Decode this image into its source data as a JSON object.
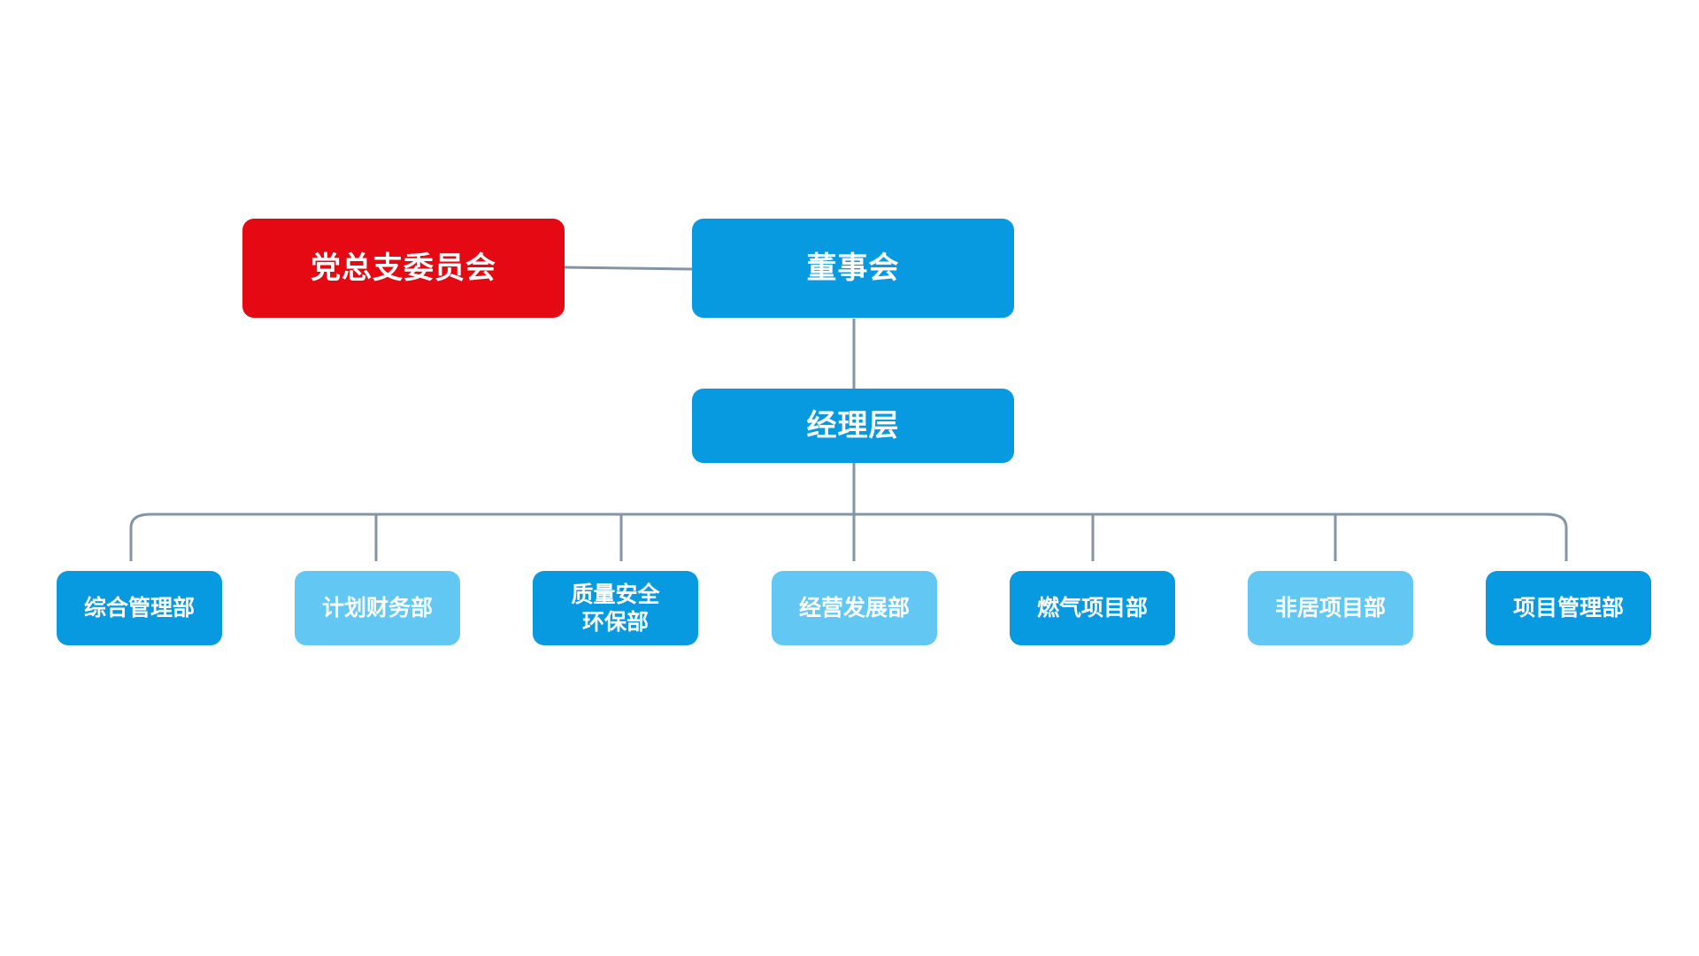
{
  "colors": {
    "party": "#e50914",
    "primary": "#079ae1",
    "light": "#62c8f3",
    "connector": "#8494a4",
    "text": "#ffffff"
  },
  "party_committee": {
    "label": "党总支委员会"
  },
  "board": {
    "label": "董事会"
  },
  "management": {
    "label": "经理层"
  },
  "departments": [
    {
      "label": "综合管理部",
      "style": "primary"
    },
    {
      "label": "计划财务部",
      "style": "light"
    },
    {
      "label_line1": "质量安全",
      "label_line2": "环保部",
      "style": "primary"
    },
    {
      "label": "经营发展部",
      "style": "light"
    },
    {
      "label": "燃气项目部",
      "style": "primary"
    },
    {
      "label": "非居项目部",
      "style": "light"
    },
    {
      "label": "项目管理部",
      "style": "primary"
    }
  ]
}
